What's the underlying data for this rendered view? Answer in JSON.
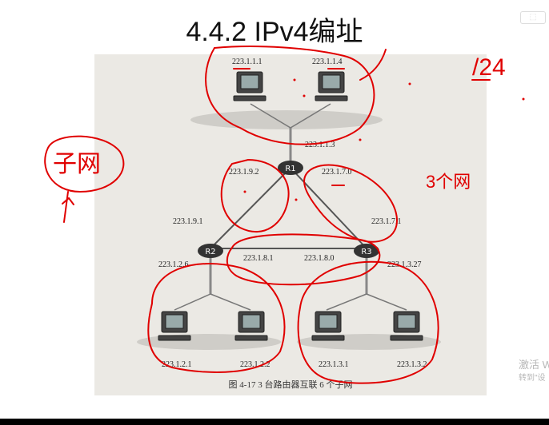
{
  "slide": {
    "title": "4.4.2 IPv4编址"
  },
  "figure": {
    "caption": "图 4-17  3 台路由器互联 6 个子网",
    "routers": [
      "R1",
      "R2",
      "R3"
    ],
    "labels": {
      "host_top_left": "223.1.1.1",
      "host_top_right": "223.1.1.4",
      "r1_top": "223.1.1.3",
      "r1_left": "223.1.9.2",
      "r1_right": "223.1.7.0",
      "r2_top": "223.1.9.1",
      "r2_left": "223.1.2.6",
      "r2_right": "223.1.8.1",
      "r3_top": "223.1.7.1",
      "r3_left": "223.1.8.0",
      "r3_right": "223.1.3.27",
      "host_bottom_1": "223.1.2.1",
      "host_bottom_2": "223.1.2.2",
      "host_bottom_3": "223.1.3.1",
      "host_bottom_4": "223.1.3.2"
    }
  },
  "annotations": {
    "prefix_note": "/24",
    "subnet_note": "子网",
    "three_subnets_note": "3个网"
  },
  "watermark": {
    "line1": "激活 W",
    "line2": "转到\"设"
  },
  "colors": {
    "annotation": "#e00000",
    "figure_bg": "#ebe9e4",
    "title": "#111111"
  }
}
